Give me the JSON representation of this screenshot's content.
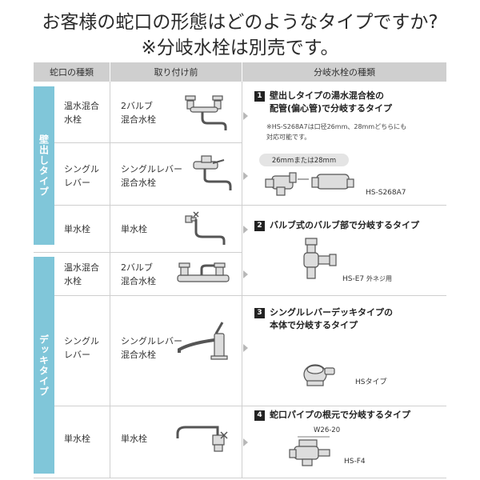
{
  "title": {
    "line1": "お客様の蛇口の形態はどのようなタイプですか?",
    "line2": "※分岐水栓は別売です。"
  },
  "headers": {
    "col1": "蛇口の種類",
    "col2": "取り付け前",
    "col3": "分岐水栓の種類"
  },
  "groups": [
    {
      "label": "壁出しタイプ",
      "color": "#80c6d9"
    },
    {
      "label": "デッキタイプ",
      "color": "#80c6d9"
    }
  ],
  "rows": [
    {
      "type": "温水混合\n水栓",
      "before": "2バルブ\n混合水栓",
      "image": "wall-two-valve-faucet-icon"
    },
    {
      "type": "シングル\nレバー",
      "before": "シングルレバー\n混合水栓",
      "image": "wall-single-lever-faucet-icon"
    },
    {
      "type": "単水栓",
      "before": "単水栓",
      "image": "wall-single-tap-icon"
    },
    {
      "type": "温水混合\n水栓",
      "before": "2バルブ\n混合水栓",
      "image": "deck-two-valve-faucet-icon"
    },
    {
      "type": "シングル\nレバー",
      "before": "シングルレバー\n混合水栓",
      "image": "deck-single-lever-faucet-icon"
    },
    {
      "type": "単水栓",
      "before": "単水栓",
      "image": "deck-single-tap-icon"
    }
  ],
  "branch_types": [
    {
      "number": "1",
      "title": "壁出しタイプの湯水混合栓の\n配管(偏心管)で分岐するタイプ",
      "note": "※HS-S268A7は口径26mm、28mmどちらにも\n対応可能です。",
      "size_pill": "26mmまたは28mm",
      "product": "HS-S268A7",
      "image": "wall-branch-valve-icon"
    },
    {
      "number": "2",
      "title": "バルブ式のバルブ部で分岐するタイプ",
      "product": "HS-E7",
      "product_suffix": "外ネジ用",
      "image": "valve-branch-icon"
    },
    {
      "number": "3",
      "title": "シングルレバーデッキタイプの\n本体で分岐するタイプ",
      "product": "HSタイプ",
      "image": "deck-body-branch-icon"
    },
    {
      "number": "4",
      "title": "蛇口パイプの根元で分岐するタイプ",
      "dimension": "W26-20",
      "product": "HS-F4",
      "image": "pipe-root-branch-icon"
    }
  ]
}
